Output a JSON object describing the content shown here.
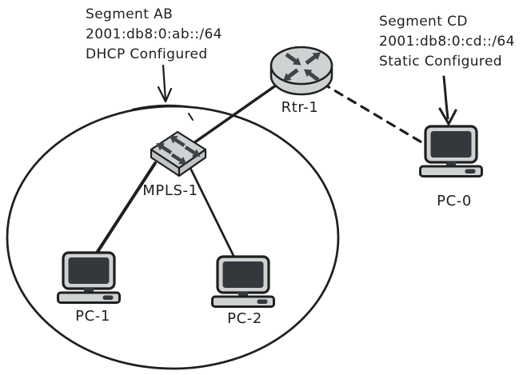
{
  "diagram": {
    "annotations": {
      "segment_ab": {
        "name": "Segment AB",
        "prefix": "2001:db8:0:ab::/64",
        "config": "DHCP Configured"
      },
      "segment_cd": {
        "name": "Segment CD",
        "prefix": "2001:db8:0:cd::/64",
        "config": "Static Configured"
      }
    },
    "nodes": {
      "router": {
        "label": "Rtr-1",
        "type": "router"
      },
      "switch": {
        "label": "MPLS-1",
        "type": "switch"
      },
      "pc0": {
        "label": "PC-0",
        "type": "pc"
      },
      "pc1": {
        "label": "PC-1",
        "type": "pc"
      },
      "pc2": {
        "label": "PC-2",
        "type": "pc"
      }
    },
    "links": {
      "router_switch": "solid",
      "switch_pc1": "solid",
      "switch_pc2": "solid",
      "router_pc0": "dashed"
    },
    "colors": {
      "ink": "#1f1f1f",
      "device_fill": "#ced2d3",
      "device_side": "#bfc4c6",
      "device_dark": "#3e4348",
      "screen": "#33383d",
      "background": "#ffffff"
    }
  }
}
